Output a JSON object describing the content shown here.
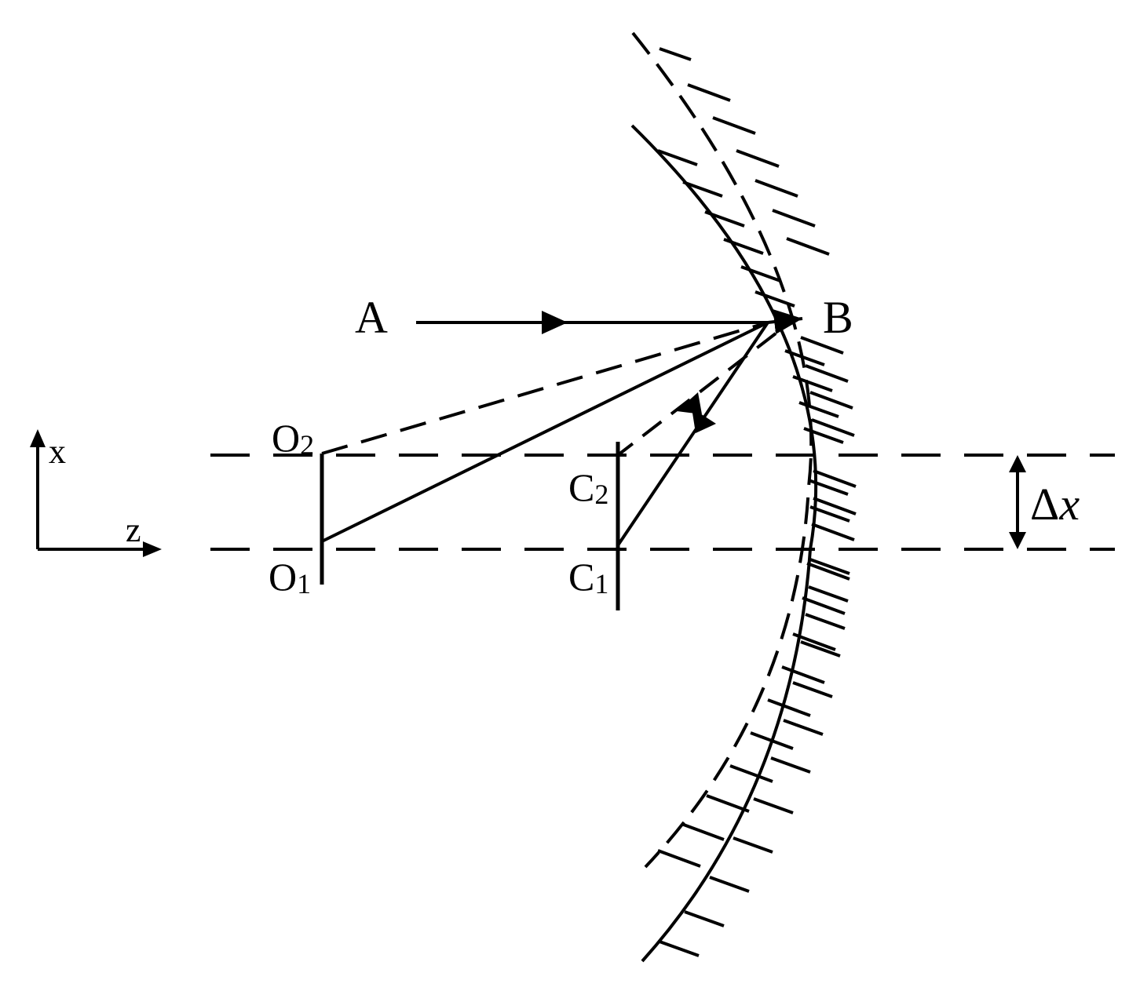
{
  "labels": {
    "A": "A",
    "B": "B",
    "O2_main": "O",
    "O2_sub": "2",
    "O1_main": "O",
    "O1_sub": "1",
    "C2_main": "C",
    "C2_sub": "2",
    "C1_main": "C",
    "C1_sub": "1",
    "axis_x": "x",
    "axis_z": "z",
    "delta_symbol": "Δ",
    "delta_var": "x"
  },
  "colors": {
    "stroke": "#000000",
    "background": "#ffffff"
  }
}
